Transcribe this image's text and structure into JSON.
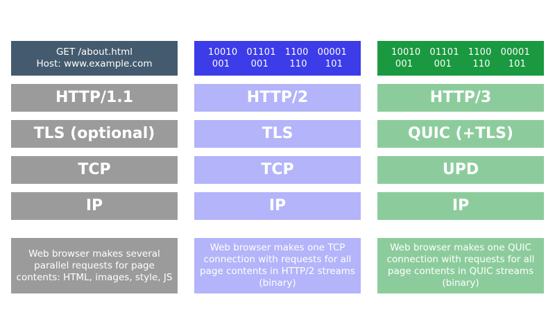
{
  "columns": [
    {
      "header": [
        "GET /about.html",
        "Host: www.example.com"
      ],
      "layers": [
        "HTTP/1.1",
        "TLS (optional)",
        "TCP",
        "IP"
      ],
      "description": [
        "Web browser makes several",
        "parallel requests for page",
        "contents: HTML, images, style, JS"
      ]
    },
    {
      "header": [
        "10010   01101   1100   00001",
        "001       001       110      101"
      ],
      "layers": [
        "HTTP/2",
        "TLS",
        "TCP",
        "IP"
      ],
      "description": [
        "Web browser makes one TCP",
        "connection with requests for all",
        "page contents in HTTP/2 streams",
        "(binary)"
      ]
    },
    {
      "header": [
        "10010   01101   1100   00001",
        "001       001       110      101"
      ],
      "layers": [
        "HTTP/3",
        "QUIC (+TLS)",
        "UPD",
        "IP"
      ],
      "description": [
        "Web browser makes one QUIC",
        "connection with requests for all",
        "page contents in QUIC streams",
        "(binary)"
      ]
    }
  ],
  "colors": {
    "col1_header": "#445a6e",
    "col1_layer": "#9b9b9b",
    "col2_header": "#3c3ce8",
    "col2_layer": "#b4b4fa",
    "col3_header": "#1a9940",
    "col3_layer": "#8ccc9c"
  }
}
